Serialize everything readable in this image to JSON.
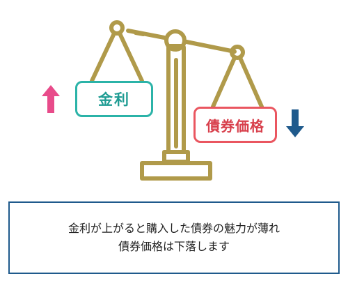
{
  "diagram": {
    "left_label": "金利",
    "right_label": "債券価格",
    "left_direction": "up",
    "right_direction": "down",
    "colors": {
      "scale": "#b09a4a",
      "left_accent": "#2bb3a8",
      "right_accent": "#ea5660",
      "up_arrow": "#e84b8a",
      "down_arrow": "#1f5a8c",
      "caption_border": "#1f5a8c"
    }
  },
  "caption": {
    "line1": "金利が上がると購入した債券の魅力が薄れ",
    "line2": "債券価格は下落します"
  }
}
